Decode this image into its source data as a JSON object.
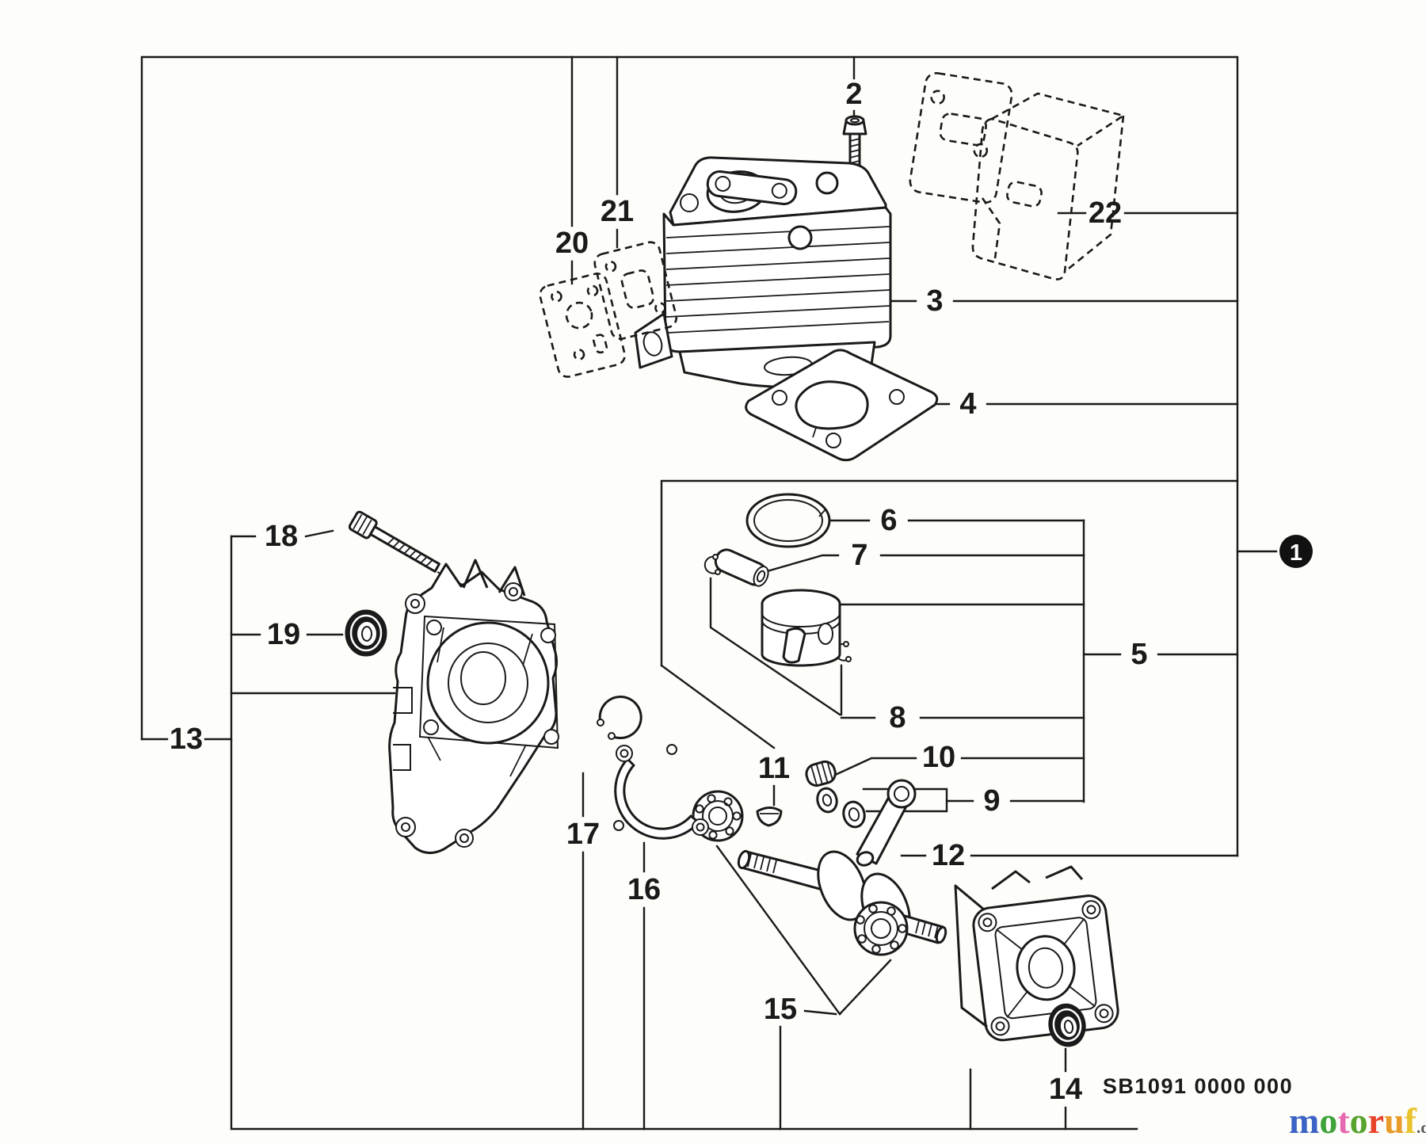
{
  "diagram": {
    "part_labels": {
      "n1": "1",
      "n2": "2",
      "n3": "3",
      "n4": "4",
      "n5": "5",
      "n6": "6",
      "n7": "7",
      "n8": "8",
      "n9": "9",
      "n10": "10",
      "n11": "11",
      "n12": "12",
      "n13": "13",
      "n14": "14",
      "n15": "15",
      "n16": "16",
      "n17": "17",
      "n18": "18",
      "n19": "19",
      "n20": "20",
      "n21": "21",
      "n22": "22"
    },
    "footer": {
      "part_code": "SB1091 0000 000"
    },
    "logo": {
      "word_letters": [
        {
          "ch": "m",
          "color": "#3b62c4"
        },
        {
          "ch": "o",
          "color": "#3fa33c"
        },
        {
          "ch": "t",
          "color": "#e668b0"
        },
        {
          "ch": "o",
          "color": "#57a32e"
        },
        {
          "ch": "r",
          "color": "#e8432a"
        },
        {
          "ch": "u",
          "color": "#e89b28"
        },
        {
          "ch": "f",
          "color": "#e9c32b"
        }
      ],
      "suffix": ".de",
      "suffix_color": "#555555"
    },
    "colors": {
      "ink": "#1a1a1a",
      "bg": "#fdfdf9",
      "badge_bg": "#111111",
      "badge_fg": "#ffffff"
    }
  }
}
